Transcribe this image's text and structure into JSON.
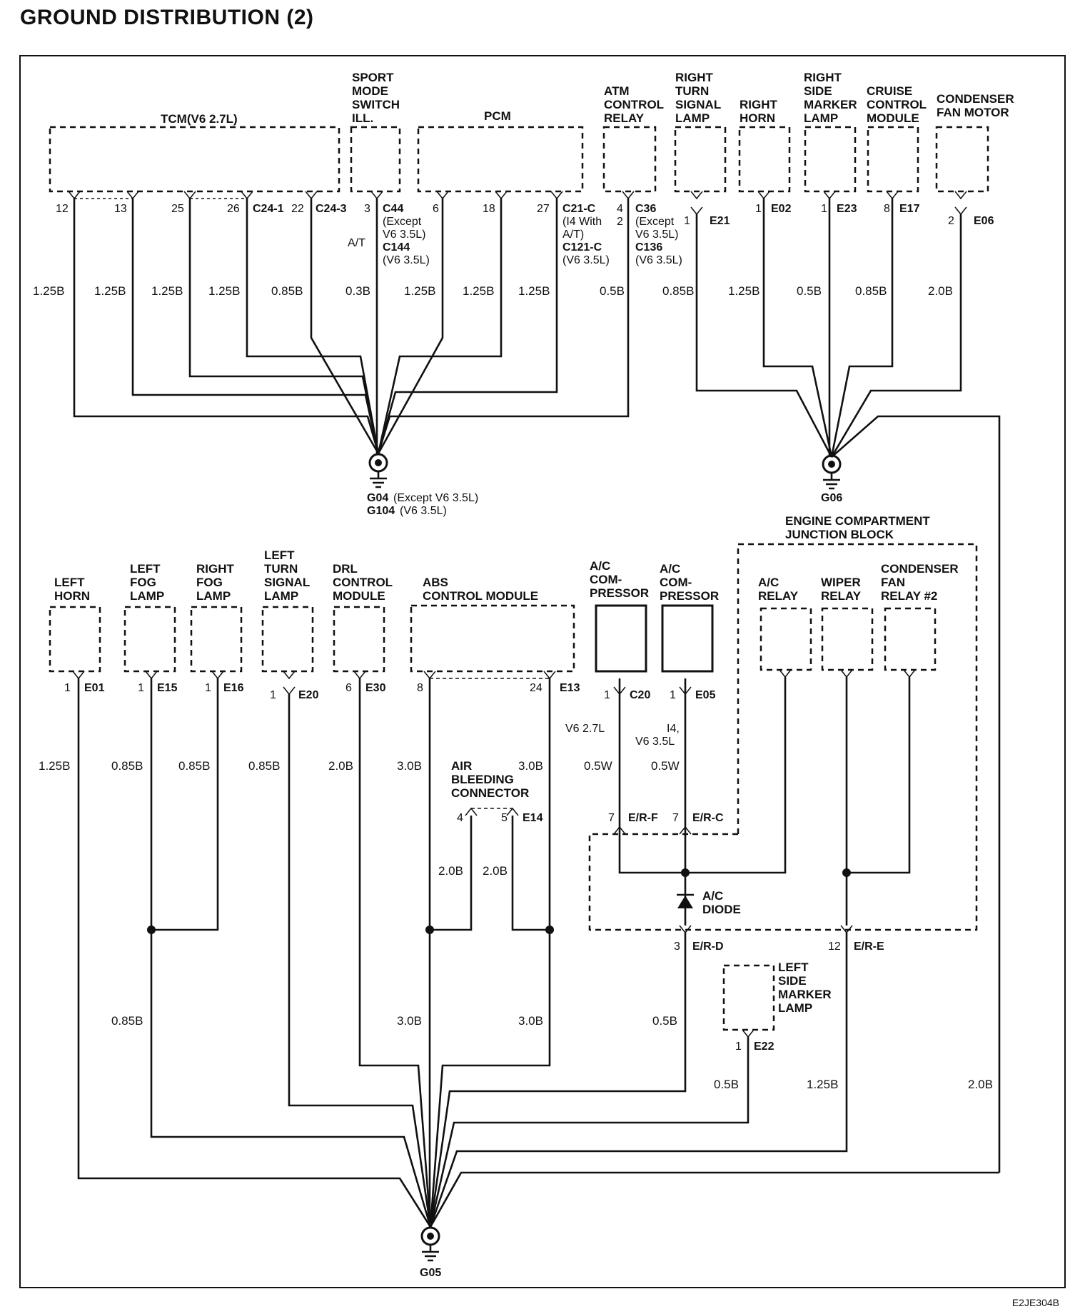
{
  "title": "GROUND DISTRIBUTION (2)",
  "diagram_code": "E2JE304B",
  "upper_components": {
    "tcm": "TCM(V6 2.7L)",
    "sport_mode": [
      "SPORT",
      "MODE",
      "SWITCH",
      "ILL."
    ],
    "pcm": "PCM",
    "atm_relay": [
      "ATM",
      "CONTROL",
      "RELAY"
    ],
    "right_turn": [
      "RIGHT",
      "TURN",
      "SIGNAL",
      "LAMP"
    ],
    "right_horn": [
      "RIGHT",
      "HORN"
    ],
    "right_side_marker": [
      "RIGHT",
      "SIDE",
      "MARKER",
      "LAMP"
    ],
    "cruise": [
      "CRUISE",
      "CONTROL",
      "MODULE"
    ],
    "condenser_motor": [
      "CONDENSER",
      "FAN MOTOR"
    ]
  },
  "upper_pins": {
    "p12": "12",
    "p13": "13",
    "p25": "25",
    "p26": "26",
    "c24_1": "C24-1",
    "p22": "22",
    "c24_3": "C24-3",
    "p3": "3",
    "c44": "C44",
    "c44_note1": "(Except",
    "c44_note2": "V6 3.5L)",
    "at": "A/T",
    "c144": "C144",
    "c144_note": "(V6 3.5L)",
    "p6": "6",
    "p18": "18",
    "p27": "27",
    "c21c": "C21-C",
    "c21_note1": "(I4 With",
    "c21_note2": "A/T)",
    "c121c": "C121-C",
    "c121_note": "(V6 3.5L)",
    "p4": "4",
    "p2": "2",
    "c36": "C36",
    "c36_note1": "(Except",
    "c36_note2": "V6 3.5L)",
    "c136": "C136",
    "c136_note": "(V6 3.5L)",
    "e21_pin": "1",
    "e21": "E21",
    "e02_pin": "1",
    "e02": "E02",
    "e23_pin": "1",
    "e23": "E23",
    "e17_pin": "8",
    "e17": "E17",
    "e06_pin": "2",
    "e06": "E06"
  },
  "upper_wires": [
    "1.25B",
    "1.25B",
    "1.25B",
    "1.25B",
    "0.85B",
    "0.3B",
    "1.25B",
    "1.25B",
    "1.25B",
    "0.5B",
    "0.85B",
    "1.25B",
    "0.5B",
    "0.85B",
    "2.0B"
  ],
  "grounds": {
    "g04": "G04",
    "g04_note": "(Except V6 3.5L)",
    "g104": "G104",
    "g104_note": "(V6 3.5L)",
    "g06": "G06",
    "g05": "G05"
  },
  "junction_block": [
    "ENGINE COMPARTMENT",
    "JUNCTION BLOCK"
  ],
  "lower_components": {
    "left_horn": [
      "LEFT",
      "HORN"
    ],
    "left_fog": [
      "LEFT",
      "FOG",
      "LAMP"
    ],
    "right_fog": [
      "RIGHT",
      "FOG",
      "LAMP"
    ],
    "left_turn": [
      "LEFT",
      "TURN",
      "SIGNAL",
      "LAMP"
    ],
    "drl": [
      "DRL",
      "CONTROL",
      "MODULE"
    ],
    "abs": [
      "ABS",
      "CONTROL MODULE"
    ],
    "ac_comp1": [
      "A/C",
      "COM-",
      "PRESSOR"
    ],
    "ac_comp2": [
      "A/C",
      "COM-",
      "PRESSOR"
    ],
    "ac_relay": [
      "A/C",
      "RELAY"
    ],
    "wiper_relay": [
      "WIPER",
      "RELAY"
    ],
    "cond_relay": [
      "CONDENSER",
      "FAN",
      "RELAY #2"
    ],
    "air_bleed": [
      "AIR",
      "BLEEDING",
      "CONNECTOR"
    ],
    "ac_diode": [
      "A/C",
      "DIODE"
    ],
    "left_side_marker": [
      "LEFT",
      "SIDE",
      "MARKER",
      "LAMP"
    ]
  },
  "lower_pins": {
    "e01_pin": "1",
    "e01": "E01",
    "e15_pin": "1",
    "e15": "E15",
    "e16_pin": "1",
    "e16": "E16",
    "e20_pin": "1",
    "e20": "E20",
    "e30_pin": "6",
    "e30": "E30",
    "abs_p8": "8",
    "abs_p24": "24",
    "e13": "E13",
    "c20_pin": "1",
    "c20": "C20",
    "e05_pin": "1",
    "e05": "E05",
    "v627": "V6 2.7L",
    "i4": "I4,",
    "v635": "V6 3.5L",
    "erf_pin": "7",
    "erf": "E/R-F",
    "erc_pin": "7",
    "erc": "E/R-C",
    "e14_p4": "4",
    "e14_p5": "5",
    "e14": "E14",
    "erd_pin": "3",
    "erd": "E/R-D",
    "ere_pin": "12",
    "ere": "E/R-E",
    "e22_pin": "1",
    "e22": "E22"
  },
  "lower_wires": {
    "w_e01": "1.25B",
    "w_e15": "0.85B",
    "w_e16": "0.85B",
    "w_e20": "0.85B",
    "w_e30": "2.0B",
    "w_abs8": "3.0B",
    "w_abs24": "3.0B",
    "w_c20": "0.5W",
    "w_e05": "0.5W",
    "w_bleed4": "2.0B",
    "w_bleed5": "2.0B",
    "w_fog_merge": "0.85B",
    "w_abs_merge1": "3.0B",
    "w_abs_merge2": "3.0B",
    "w_erd": "0.5B",
    "w_e22": "0.5B",
    "w_ere": "1.25B",
    "w_g06": "2.0B"
  }
}
